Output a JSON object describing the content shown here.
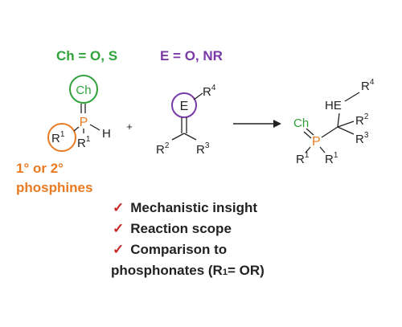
{
  "header": {
    "ch_def": "Ch = O, S",
    "e_def": "E = O, NR"
  },
  "reactant1": {
    "ch": "Ch",
    "p": "P",
    "r": "R",
    "one": "1",
    "h": "H",
    "label_line1": "1° or 2°",
    "label_line2": "phosphines"
  },
  "reactant2": {
    "e": "E",
    "r": "R",
    "n2": "2",
    "n3": "3",
    "n4": "4"
  },
  "plus": "+",
  "product": {
    "ch": "Ch",
    "p": "P",
    "he": "HE",
    "r": "R",
    "one": "1",
    "two": "2",
    "three": "3",
    "four": "4"
  },
  "bullets": {
    "check_glyph": "✓",
    "item1": "Mechanistic insight",
    "item2": "Reaction scope",
    "item3_line1": "Comparison to",
    "item3_line2a": "phosphonates (R",
    "item3_sup": "1",
    "item3_line2b": " = OR)"
  },
  "colors": {
    "green": "#2fa23a",
    "purple": "#7a3aa6",
    "orange": "#e97a21",
    "red": "#c62828",
    "black": "#222222"
  }
}
